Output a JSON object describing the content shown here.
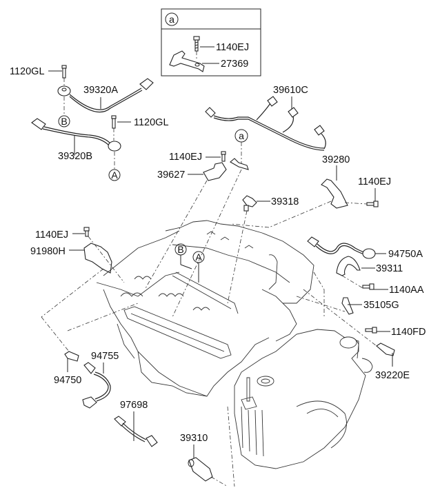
{
  "diagram": {
    "type": "exploded-parts-diagram",
    "subject": "engine sensors and wiring",
    "detail_box": {
      "ref": "a",
      "parts": [
        "1140EJ",
        "27369"
      ]
    },
    "callouts": {
      "A": "A",
      "B": "B",
      "a": "a"
    },
    "labels": {
      "p1120GL_top": "1120GL",
      "p39320A": "39320A",
      "p1120GL_mid": "1120GL",
      "p39320B": "39320B",
      "p39610C": "39610C",
      "p1140EJ_box": "1140EJ",
      "p27369": "27369",
      "p1140EJ_bracket": "1140EJ",
      "p39627": "39627",
      "p39280": "39280",
      "p1140EJ_right": "1140EJ",
      "p39318": "39318",
      "p1140EJ_left": "1140EJ",
      "p91980H": "91980H",
      "p94750A": "94750A",
      "p39311": "39311",
      "p1140AA": "1140AA",
      "p35105G": "35105G",
      "p1140FD": "1140FD",
      "p39220E": "39220E",
      "p94755": "94755",
      "p94750": "94750",
      "p97698": "97698",
      "p39310": "39310"
    }
  }
}
